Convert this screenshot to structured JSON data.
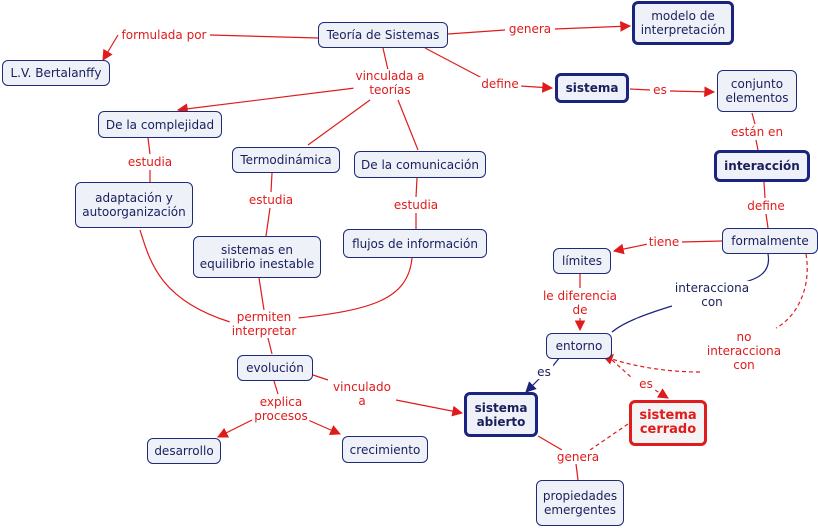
{
  "colors": {
    "link_red": "#e01b1b",
    "link_navy": "#1a237e",
    "node_fill": "#eef1f8",
    "node_border": "#1e2a7a"
  },
  "nodes": {
    "teoria": "Teoría de Sistemas",
    "modelo": "modelo de\ninterpretación",
    "bertalanffy": "L.V. Bertalanffy",
    "sistema": "sistema",
    "conjunto": "conjunto\nelementos",
    "complejidad": "De la complejidad",
    "termodinamica": "Termodinámica",
    "comunicacion": "De la comunicación",
    "interaccion": "interacción",
    "adaptacion": "adaptación y\nautoorganización",
    "sistemas_equilibrio": "sistemas en\nequilibrio inestable",
    "flujos": "flujos de información",
    "formalmente": "formalmente",
    "limites": "límites",
    "entorno": "entorno",
    "evolucion": "evolución",
    "sistema_abierto": "sistema\nabierto",
    "sistema_cerrado": "sistema\ncerrado",
    "desarrollo": "desarrollo",
    "crecimiento": "crecimiento",
    "propiedades": "propiedades\nemergentes"
  },
  "links": {
    "formulada_por": "formulada por",
    "genera_top": "genera",
    "vinculada": "vinculada a\nteorías",
    "define_top": "define",
    "es_top": "es",
    "estan_en": "están en",
    "estudia_1": "estudia",
    "estudia_2": "estudia",
    "estudia_3": "estudia",
    "define_2": "define",
    "tiene": "tiene",
    "interacciona_con": "interacciona\ncon",
    "le_diferencia": "le diferencia\nde",
    "no_interacciona": "no\ninteracciona\ncon",
    "permiten": "permiten\ninterpretar",
    "es_abierto": "es",
    "es_cerrado": "es",
    "vinculado_a": "vinculado\na",
    "explica": "explica\nprocesos",
    "genera_bottom": "genera"
  }
}
